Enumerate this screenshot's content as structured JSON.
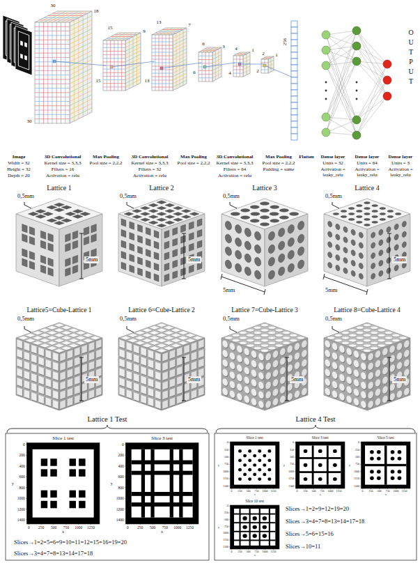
{
  "diagram": {
    "nodes": [
      {
        "text": [
          "Lattice 1 Test",
          "Slices→1=2=5=6=9=10=11=12=15=16=19=20",
          "Slices→3=4=7=8=13=14=17=18"
        ]
      },
      {
        "text": [
          "Slice 1 test",
          "0",
          "200",
          "400",
          "600",
          "800",
          "1000",
          "1200",
          "1400",
          "0",
          "250",
          "500",
          "750",
          "1000",
          "1250",
          "x",
          "y"
        ],
        "in": 0
      },
      {
        "text": [
          "Slice 3 test",
          "0",
          "200",
          "400",
          "600",
          "800",
          "1000",
          "1200",
          "1400",
          "0",
          "250",
          "500",
          "750",
          "1000",
          "1250",
          "x",
          "y"
        ],
        "in": 0
      },
      {
        "text": [
          "Lattice 4 Test",
          "Slices→1=2=9=12=19=20",
          "Slices→3=4=7=8=13=14=17=18",
          "Slices→5=6=15=16",
          "Slices→10=11"
        ]
      },
      {
        "text": [
          "Slice 1 test",
          "0",
          "250",
          "500",
          "750",
          "1000",
          "1250",
          "1500",
          "0",
          "250",
          "500",
          "750",
          "1000",
          "1250",
          "x",
          "y"
        ],
        "in": 3
      },
      {
        "text": [
          "Slice 3 test",
          "0",
          "250",
          "500",
          "750",
          "1000",
          "1250",
          "1500",
          "0",
          "250",
          "500",
          "750",
          "1000",
          "1250",
          "x",
          "y"
        ],
        "in": 3
      },
      {
        "text": [
          "Slice 5 test",
          "0",
          "250",
          "500",
          "750",
          "1000",
          "1250",
          "1500",
          "0",
          "250",
          "500",
          "750",
          "1000",
          "1250",
          "x",
          "y"
        ],
        "in": 3
      },
      {
        "text": [
          "Slice 10 test",
          "0",
          "250",
          "500",
          "750",
          "1000",
          "1250",
          "1500",
          "0",
          "250",
          "500",
          "750",
          "1000",
          "1250",
          "x",
          "y"
        ],
        "in": 3
      }
    ],
    "labels": [
      "30",
      "18",
      "30",
      "15",
      "9",
      "15",
      "13",
      "7",
      "13",
      "6",
      "3",
      "6",
      "4",
      "1",
      "4",
      "2",
      "1",
      "2",
      "256",
      "OUTPUT",
      "Image",
      "Width = 32",
      "Height = 32",
      "Depth = 20",
      "3D Convolutional",
      "Kernel size = 3,3,3",
      "Filters = 16",
      "Activation = relu",
      "Max Pooling",
      "Pool size = 2,2,2",
      "3D Convolutional",
      "Kernel size = 3,3,3",
      "Filters = 32",
      "Activation = relu",
      "Max Pooling",
      "Pool size = 2,2,2",
      "3D Convolutional",
      "Kernel size = 3,3,3",
      "Filters = 64",
      "Activation = relu",
      "Max Pooling",
      "Pool size = 2,2,2",
      "Padding = same",
      "Flatten",
      "Dense layer",
      "Units = 32",
      "Activation = leaky_relu",
      "Dense layer",
      "Units = 64",
      "Activation = leaky_relu",
      "Dense layer",
      "Units = 3",
      "Activation = leaky_relu",
      "Lattice 1",
      "0,5mm",
      "5mm",
      "Lattice 2",
      "0,5mm",
      "5mm",
      "Lattice 3",
      "0,5mm",
      "5mm",
      "Lattice 4",
      "0,5mm",
      "5mm",
      "5mm",
      "Lattice5=Cube-Lattice 1",
      "0,5mm",
      "5mm",
      "Lattice 6=Cube-Lattice 2",
      "0,5mm",
      "5mm",
      "Lattice 7=Cube-Lattice 3",
      "0,5mm",
      "5mm",
      "Lattice 8=Cube-Lattice 4",
      "0,5mm",
      "5mm"
    ]
  }
}
